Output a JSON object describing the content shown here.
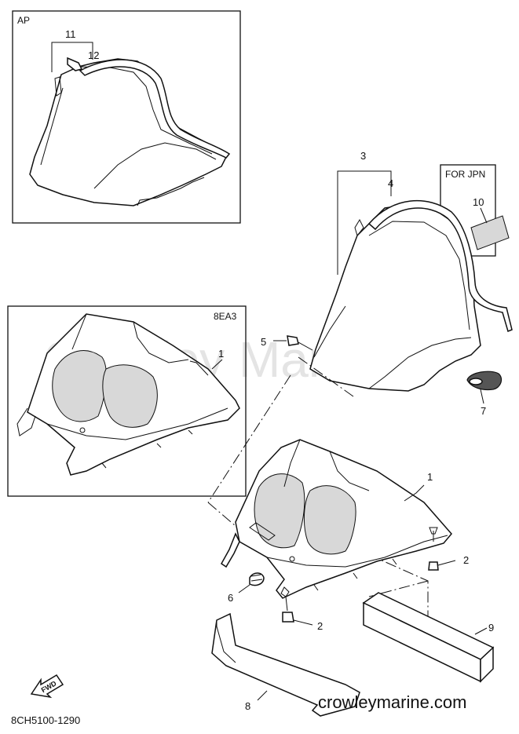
{
  "diagram": {
    "box_ap_label": "AP",
    "box_8ea3_label": "8EA3",
    "box_jpn_label": "FOR JPN",
    "watermark_center": "Crowley Marine",
    "watermark_bottom": "crowleymarine.com",
    "diagram_code": "8CH5100-1290",
    "fwd_label": "FWD",
    "callouts": {
      "c1_box": "1",
      "c1_main": "1",
      "c2_right": "2",
      "c2_bottom": "2",
      "c3": "3",
      "c4": "4",
      "c5": "5",
      "c6": "6",
      "c7": "7",
      "c8": "8",
      "c9": "9",
      "c10": "10",
      "c11": "11",
      "c12": "12"
    }
  }
}
